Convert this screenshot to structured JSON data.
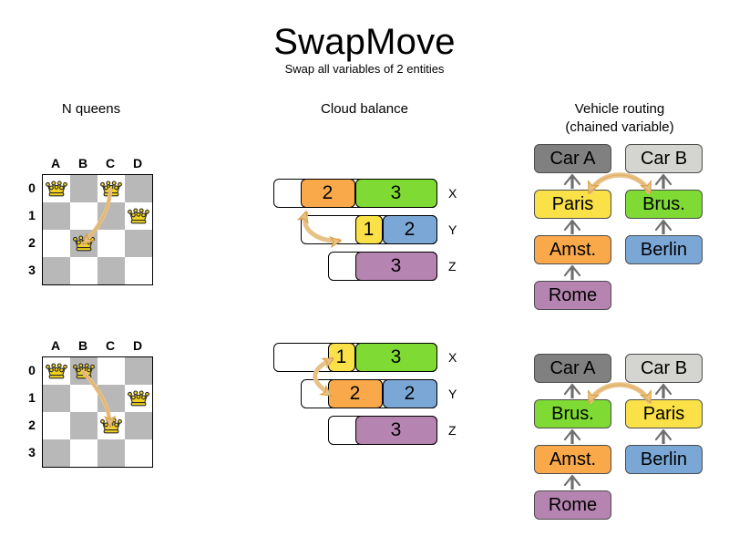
{
  "header": {
    "title": "SwapMove",
    "subtitle": "Swap all variables of 2 entities"
  },
  "sections": {
    "queens": {
      "heading": "N queens"
    },
    "cloud": {
      "heading": "Cloud balance"
    },
    "routing": {
      "heading_line1": "Vehicle routing",
      "heading_line2": "(chained variable)"
    }
  },
  "colors": {
    "orange": "#f9a94a",
    "green": "#7fdb33",
    "yellow": "#fae147",
    "blue": "#7ba7d7",
    "purple": "#b684b0",
    "gray_dark": "#808080",
    "gray_light": "#d4d4d0",
    "arrow": "#e8c187",
    "arrow_stroke": "#d79b3a",
    "board_dark": "#b8b8b8",
    "board_light": "#ffffff",
    "queen": "#f2d21e",
    "chain": "#6e6e6e"
  },
  "queens": {
    "columns": [
      "A",
      "B",
      "C",
      "D"
    ],
    "rows": [
      "0",
      "1",
      "2",
      "3"
    ],
    "before": {
      "queens": [
        {
          "col": 0,
          "row": 0
        },
        {
          "col": 2,
          "row": 0
        },
        {
          "col": 3,
          "row": 1
        },
        {
          "col": 1,
          "row": 2
        }
      ],
      "swap_from": {
        "col": 2,
        "row": 0
      },
      "swap_to": {
        "col": 1,
        "row": 2
      }
    },
    "after": {
      "queens": [
        {
          "col": 0,
          "row": 0
        },
        {
          "col": 1,
          "row": 0
        },
        {
          "col": 3,
          "row": 1
        },
        {
          "col": 2,
          "row": 2
        }
      ],
      "swap_from": {
        "col": 1,
        "row": 0
      },
      "swap_to": {
        "col": 2,
        "row": 2
      }
    }
  },
  "cloud": {
    "before": {
      "rows": [
        {
          "label": "X",
          "indent": 0,
          "segments": [
            {
              "value": "2",
              "color": "#f9a94a",
              "width": 60
            },
            {
              "value": "3",
              "color": "#7fdb33",
              "width": 90
            }
          ]
        },
        {
          "label": "Y",
          "indent": 30,
          "segments": [
            {
              "value": "1",
              "color": "#fae147",
              "width": 30
            },
            {
              "value": "2",
              "color": "#7ba7d7",
              "width": 60
            }
          ]
        },
        {
          "label": "Z",
          "indent": 60,
          "segments": [
            {
              "value": "3",
              "color": "#b684b0",
              "width": 90
            }
          ]
        }
      ]
    },
    "after": {
      "rows": [
        {
          "label": "X",
          "indent": 0,
          "segments": [
            {
              "value": "1",
              "color": "#fae147",
              "width": 30
            },
            {
              "value": "3",
              "color": "#7fdb33",
              "width": 90
            }
          ]
        },
        {
          "label": "Y",
          "indent": 30,
          "segments": [
            {
              "value": "2",
              "color": "#f9a94a",
              "width": 60
            },
            {
              "value": "2",
              "color": "#7ba7d7",
              "width": 60
            }
          ]
        },
        {
          "label": "Z",
          "indent": 60,
          "segments": [
            {
              "value": "3",
              "color": "#b684b0",
              "width": 90
            }
          ]
        }
      ]
    }
  },
  "routing": {
    "before": {
      "left_chain": [
        {
          "label": "Car A",
          "color": "#808080"
        },
        {
          "label": "Paris",
          "color": "#fae147"
        },
        {
          "label": "Amst.",
          "color": "#f9a94a"
        },
        {
          "label": "Rome",
          "color": "#b684b0"
        }
      ],
      "right_chain": [
        {
          "label": "Car B",
          "color": "#d4d4d0"
        },
        {
          "label": "Brus.",
          "color": "#7fdb33"
        },
        {
          "label": "Berlin",
          "color": "#7ba7d7"
        }
      ]
    },
    "after": {
      "left_chain": [
        {
          "label": "Car A",
          "color": "#808080"
        },
        {
          "label": "Brus.",
          "color": "#7fdb33"
        },
        {
          "label": "Amst.",
          "color": "#f9a94a"
        },
        {
          "label": "Rome",
          "color": "#b684b0"
        }
      ],
      "right_chain": [
        {
          "label": "Car B",
          "color": "#d4d4d0"
        },
        {
          "label": "Paris",
          "color": "#fae147"
        },
        {
          "label": "Berlin",
          "color": "#7ba7d7"
        }
      ]
    }
  }
}
